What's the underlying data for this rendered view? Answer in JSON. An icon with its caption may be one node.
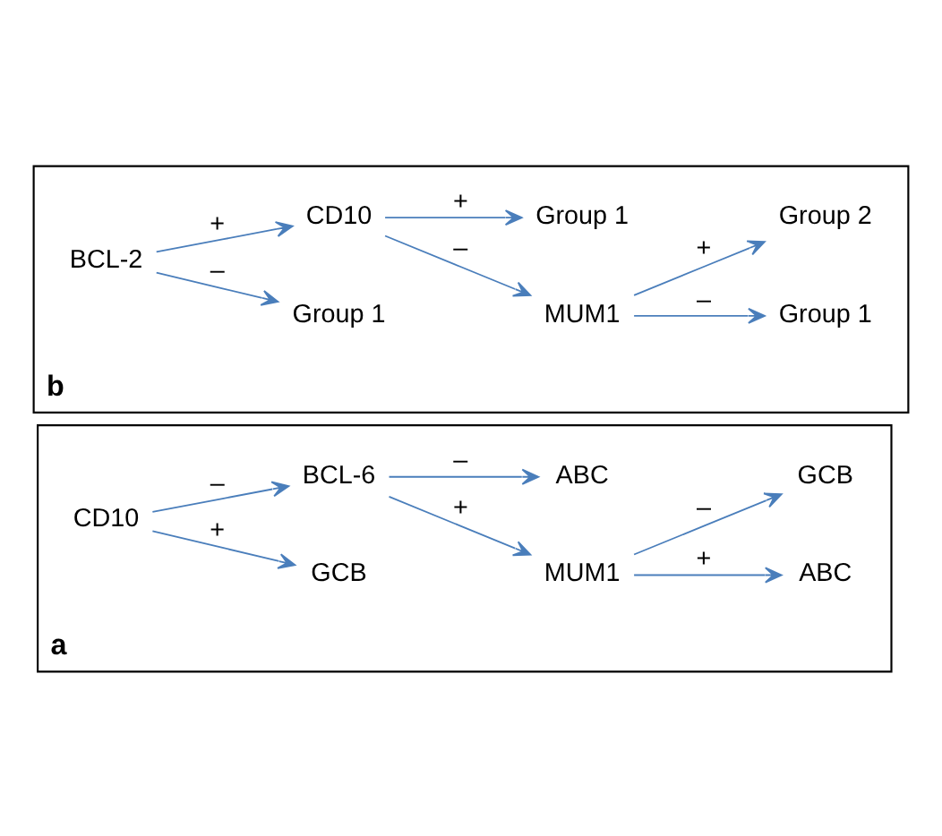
{
  "diagram": {
    "nodes": [
      {
        "text": [
          "a"
        ]
      },
      {
        "text": [
          "CD10"
        ],
        "in": 0
      },
      {
        "text": [
          "GCB"
        ],
        "in": 0
      },
      {
        "text": [
          "BCL-6"
        ],
        "in": 0
      },
      {
        "text": [
          "MUM1"
        ],
        "in": 0
      },
      {
        "text": [
          "ABC"
        ],
        "in": 0
      },
      {
        "text": [
          "ABC"
        ],
        "in": 0
      },
      {
        "text": [
          "GCB"
        ],
        "in": 0
      },
      {
        "text": [
          "b"
        ]
      },
      {
        "text": [
          "BCL-2"
        ],
        "in": 8
      },
      {
        "text": [
          "Group 1"
        ],
        "in": 8
      },
      {
        "text": [
          "CD10"
        ],
        "in": 8
      },
      {
        "text": [
          "MUM1"
        ],
        "in": 8
      },
      {
        "text": [
          "Group 1"
        ],
        "in": 8
      },
      {
        "text": [
          "Group 2"
        ],
        "in": 8
      },
      {
        "text": [
          "Group 1"
        ],
        "in": 8
      }
    ],
    "edges": [
      {
        "from": 1,
        "to": 2,
        "arrow": "to",
        "label": "+"
      },
      {
        "from": 1,
        "to": 3,
        "arrow": "to",
        "label": "–"
      },
      {
        "from": 3,
        "to": 4,
        "arrow": "to",
        "label": "+"
      },
      {
        "from": 3,
        "to": 6,
        "arrow": "to",
        "label": "–"
      },
      {
        "from": 4,
        "to": 5,
        "arrow": "to",
        "label": "+"
      },
      {
        "from": 4,
        "to": 7,
        "arrow": "to",
        "label": "–"
      },
      {
        "from": 9,
        "to": 10,
        "arrow": "to",
        "label": "–"
      },
      {
        "from": 9,
        "to": 11,
        "arrow": "to",
        "label": "+"
      },
      {
        "from": 11,
        "to": 12,
        "arrow": "to",
        "label": "–"
      },
      {
        "from": 11,
        "to": 15,
        "arrow": "to",
        "label": "+"
      },
      {
        "from": 12,
        "to": 13,
        "arrow": "to",
        "label": "–"
      },
      {
        "from": 12,
        "to": 14,
        "arrow": "to",
        "label": "+"
      }
    ]
  }
}
